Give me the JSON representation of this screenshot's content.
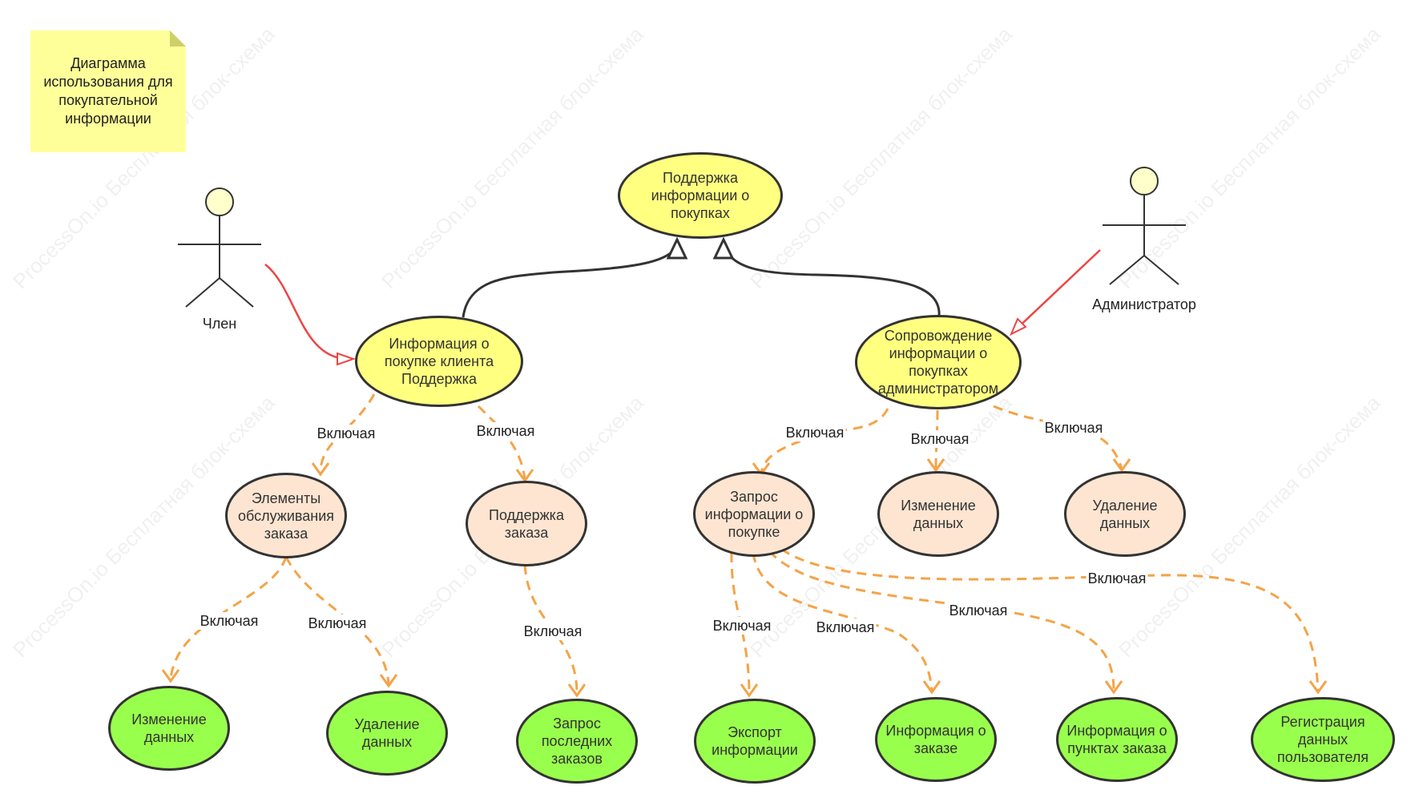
{
  "note": {
    "text": "Диаграмма использования для покупательной информации"
  },
  "actors": {
    "member": {
      "name": "Член"
    },
    "admin": {
      "name": "Администратор"
    }
  },
  "nodes": {
    "root": "Поддержка информации о покупках",
    "customer_support": "Информация о покупке клиента Поддержка",
    "admin_maintenance": "Сопровождение информации о покупках администратором",
    "order_service": "Элементы обслуживания заказа",
    "order_support": "Поддержка заказа",
    "purchase_query": "Запрос информации о покупке",
    "admin_edit": "Изменение данных",
    "admin_delete": "Удаление данных",
    "leaf_edit": "Изменение данных",
    "leaf_delete": "Удаление данных",
    "leaf_recent_orders": "Запрос последних заказов",
    "leaf_export": "Экспорт информации",
    "leaf_order_info": "Информация о заказе",
    "leaf_order_items": "Информация о пунктах заказа",
    "leaf_user_reg": "Регистрация данных пользователя"
  },
  "include_label": "Включая",
  "watermark": "ProcessOn.io Бесплатная блок-схема",
  "colors": {
    "association": "#ee4444",
    "include": "#f5a347",
    "generalization": "#333333",
    "yellow": "#ffff80",
    "peach": "#fde5d1",
    "green": "#99ff4d"
  }
}
